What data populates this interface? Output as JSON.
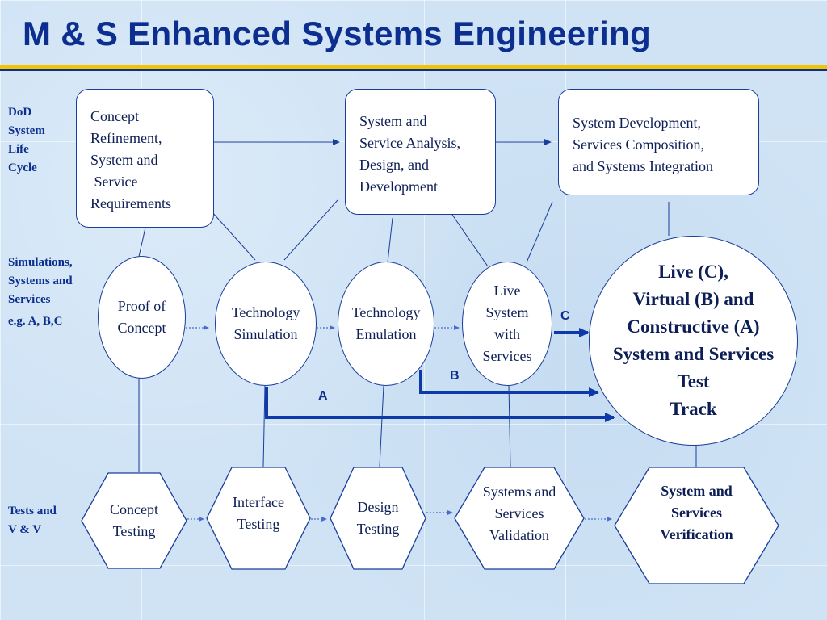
{
  "title": "M & S Enhanced Systems Engineering",
  "row_labels": {
    "dod": [
      "DoD",
      "System",
      "Life",
      "Cycle"
    ],
    "sims": [
      "Simulations,",
      "Systems and",
      "Services"
    ],
    "sims_example": "e.g. A, B,C",
    "tests": [
      "Tests and",
      "V & V"
    ]
  },
  "boxes": {
    "concept": [
      "Concept",
      "Refinement,",
      "System and",
      " Service",
      "Requirements"
    ],
    "analysis": [
      "System and",
      "Service Analysis,",
      "Design, and",
      "Development"
    ],
    "development": [
      "System Development,",
      "Services Composition,",
      "and Systems Integration"
    ]
  },
  "ovals": {
    "proof": [
      "Proof of",
      "Concept"
    ],
    "simulation": [
      "Technology",
      "Simulation"
    ],
    "emulation": [
      "Technology",
      "Emulation"
    ],
    "live": [
      "Live",
      "System",
      "with",
      "Services"
    ],
    "lvc": [
      "Live (C),",
      "Virtual (B) and",
      "Constructive (A)",
      "System and Services",
      "Test",
      "Track"
    ]
  },
  "hexagons": {
    "concept_testing": [
      "Concept",
      "Testing"
    ],
    "interface_testing": [
      "Interface",
      "Testing"
    ],
    "design_testing": [
      "Design",
      "Testing"
    ],
    "validation": [
      "Systems and",
      "Services",
      "Validation"
    ],
    "verification": [
      "System and",
      "Services",
      "Verification"
    ]
  },
  "path_letters": {
    "a": "A",
    "b": "B",
    "c": "C"
  },
  "colors": {
    "navy": "#0c2e8f",
    "gold": "#f2c500",
    "line": "#1a3d99"
  }
}
